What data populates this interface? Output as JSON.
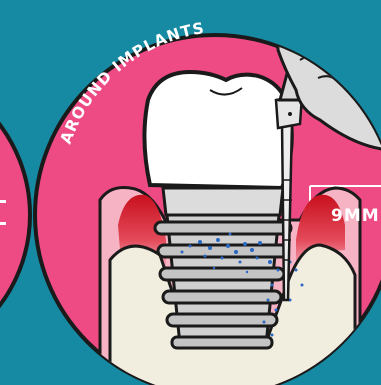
{
  "illustration": {
    "curved_label": "AROUND IMPLANTS",
    "measurement_label": "9MM",
    "colors": {
      "background": "#168aa3",
      "circle_fill": "#ee4a83",
      "circle_border": "#1a1a1a",
      "gum": "#f6b3c4",
      "inflamed_gum": "#d8232a",
      "bone": "#f2eedf",
      "tooth": "#ffffff",
      "implant": "#d9d9d9",
      "bacteria": "#2a68c4",
      "probe": "#e6e6e6"
    },
    "icons": [
      "periodontal-probe-icon",
      "hand-icon",
      "bacteria-dots"
    ]
  }
}
